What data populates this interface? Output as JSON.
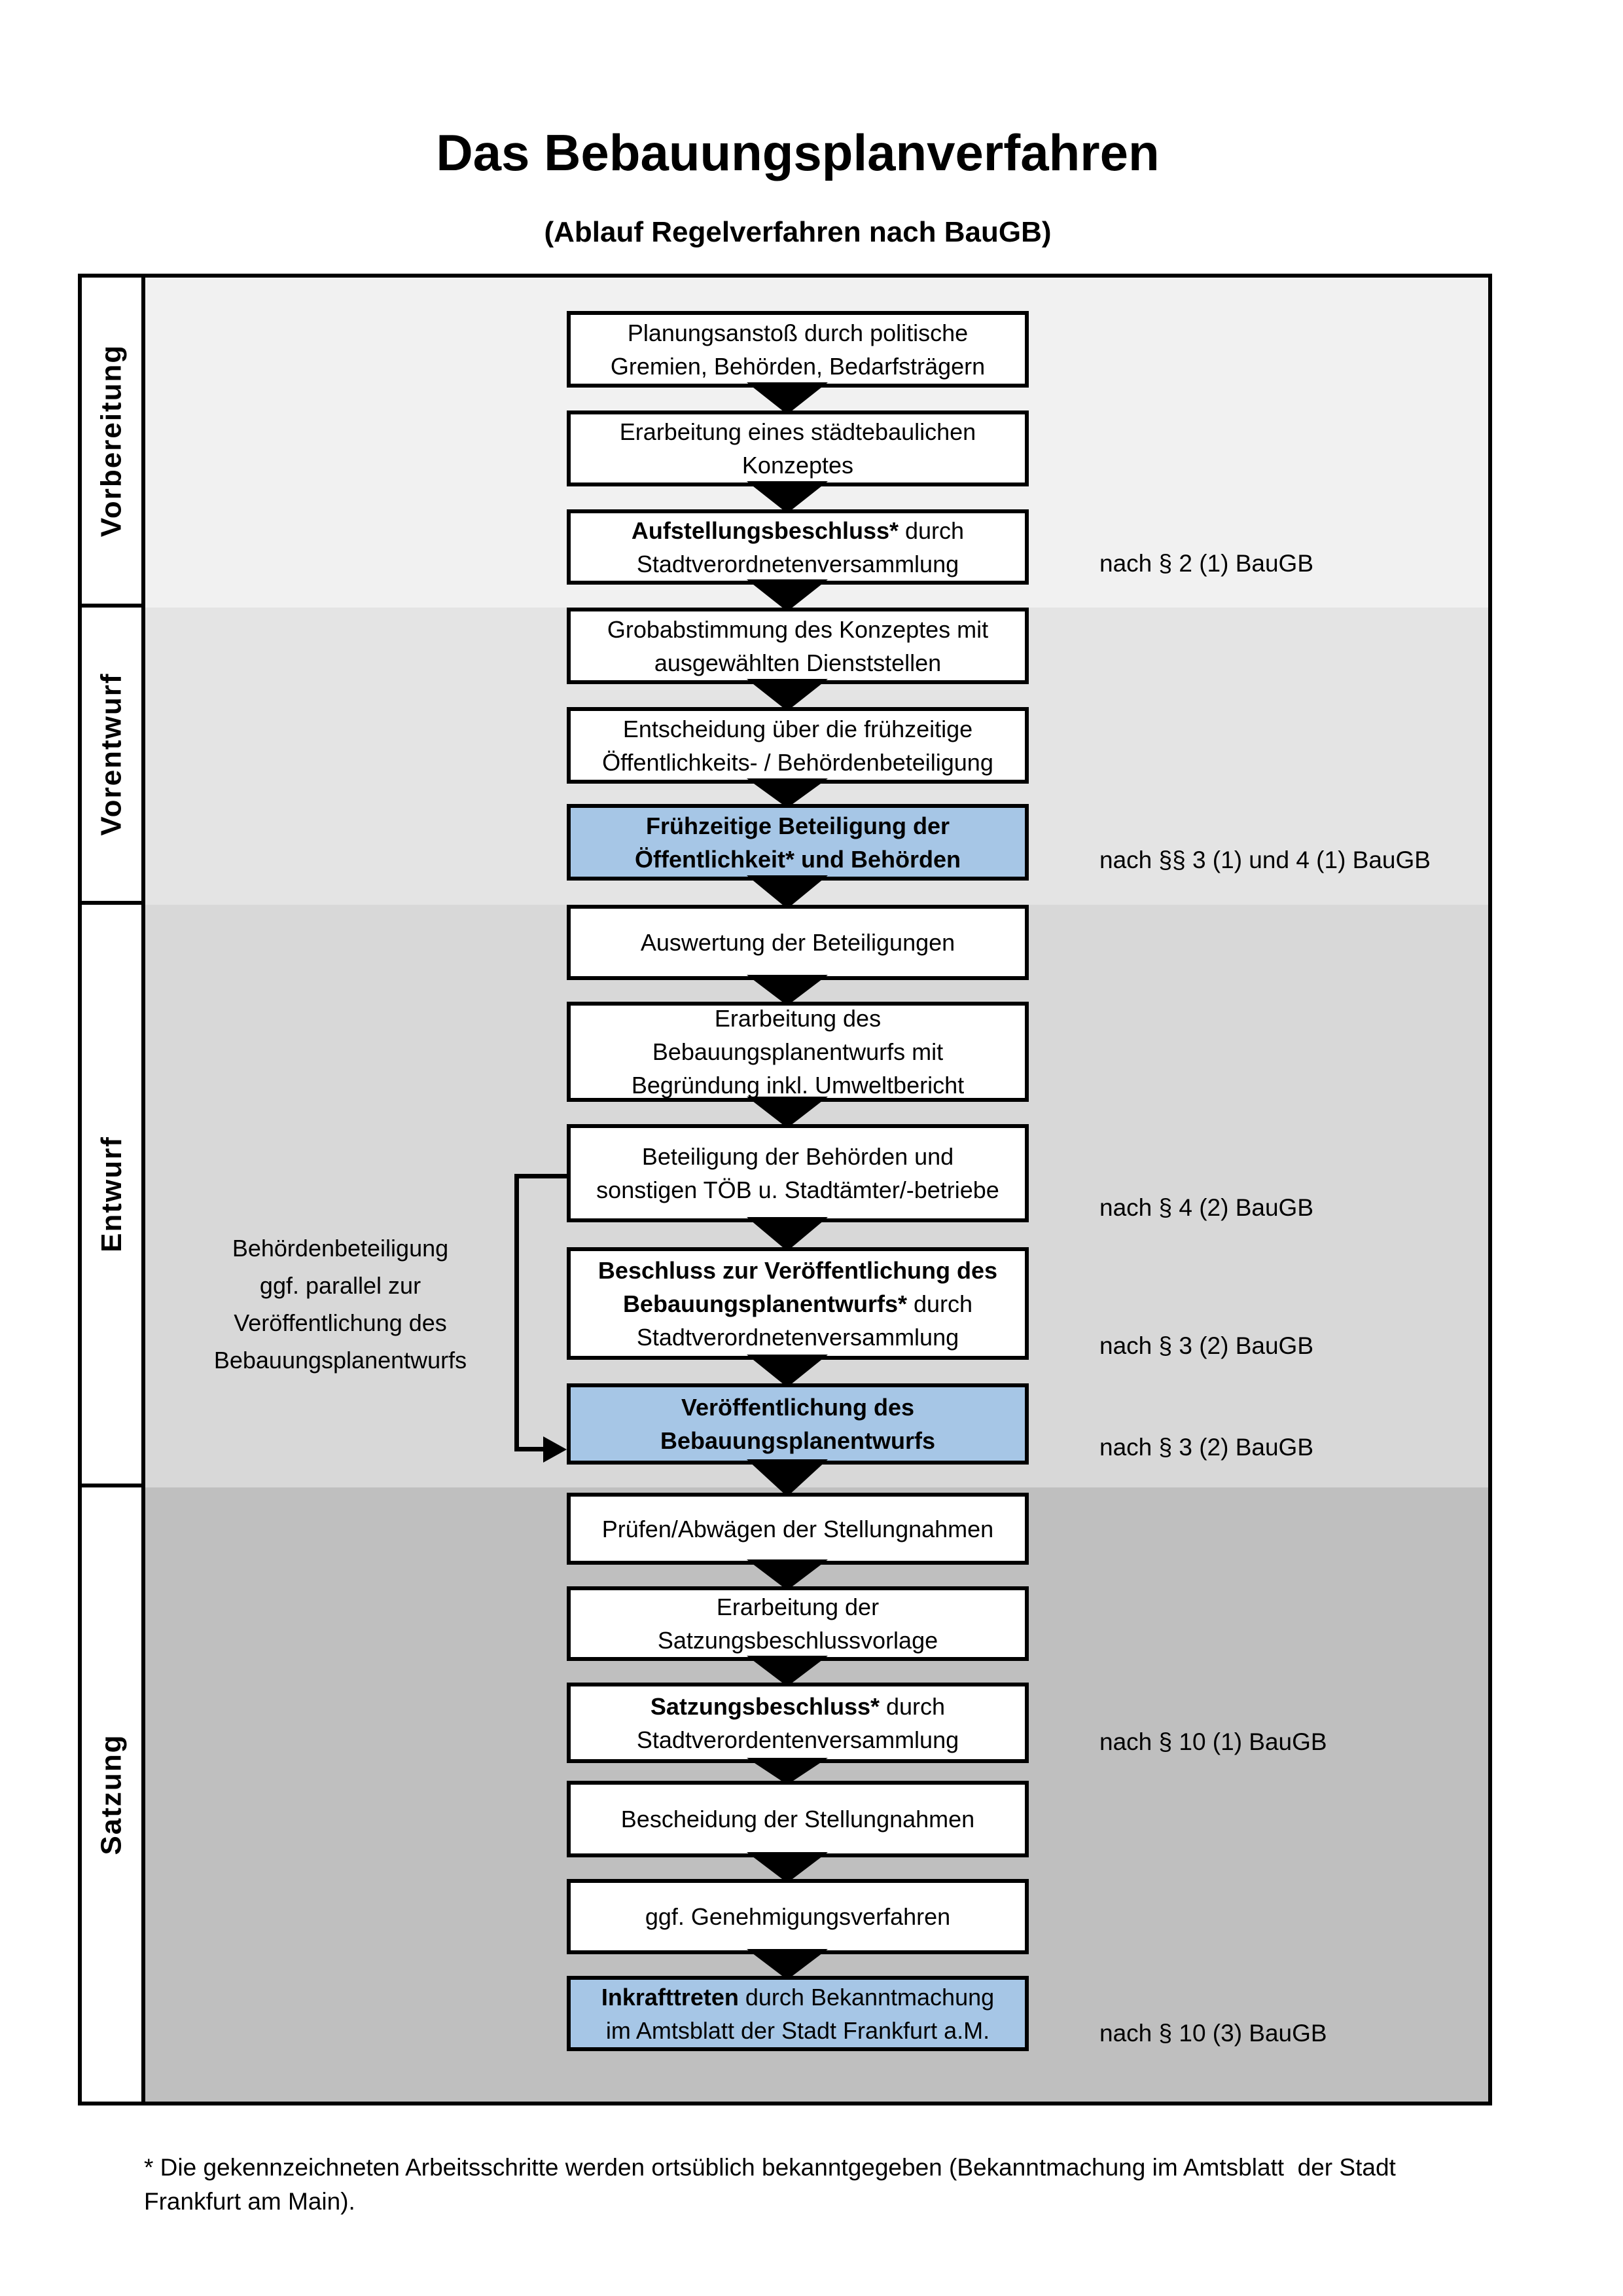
{
  "title": "Das Bebauungsplanverfahren",
  "subtitle": "(Ablauf Regelverfahren nach BauGB)",
  "phases": [
    {
      "label": "Vorbereitung"
    },
    {
      "label": "Vorentwurf"
    },
    {
      "label": "Entwurf"
    },
    {
      "label": "Satzung"
    }
  ],
  "steps": [
    {
      "bold": "",
      "text": "Planungsanstoß durch politische\nGremien, Behörden, Bedarfsträgern"
    },
    {
      "bold": "",
      "text": "Erarbeitung eines städtebaulichen\nKonzeptes"
    },
    {
      "bold": "Aufstellungsbeschluss*",
      "text": " durch\nStadtverordnetenversammlung"
    },
    {
      "bold": "",
      "text": "Grobabstimmung des Konzeptes mit\nausgewählten Dienststellen"
    },
    {
      "bold": "",
      "text": "Entscheidung über die frühzeitige\nÖffentlichkeits- / Behördenbeteiligung"
    },
    {
      "bold": "Frühzeitige Beteiligung der\nÖffentlichkeit* und Behörden",
      "text": ""
    },
    {
      "bold": "",
      "text": "Auswertung der Beteiligungen"
    },
    {
      "bold": "",
      "text": "Erarbeitung des\nBebauungsplanentwurfs mit\nBegründung inkl. Umweltbericht"
    },
    {
      "bold": "",
      "text": "Beteiligung der Behörden und\nsonstigen TÖB u. Stadtämter/-betriebe"
    },
    {
      "bold": "Beschluss zur Veröffentlichung des\nBebauungsplanentwurfs*",
      "text": " durch\nStadtverordnetenversammlung"
    },
    {
      "bold": "Veröffentlichung des\nBebauungsplanentwurfs",
      "text": ""
    },
    {
      "bold": "",
      "text": "Prüfen/Abwägen der Stellungnahmen"
    },
    {
      "bold": "",
      "text": "Erarbeitung der\nSatzungsbeschlussvorlage"
    },
    {
      "bold": "Satzungsbeschluss*",
      "text": " durch\nStadtverordentenversammlung"
    },
    {
      "bold": "",
      "text": "Bescheidung der Stellungnahmen"
    },
    {
      "bold": "",
      "text": "ggf. Genehmigungsverfahren"
    },
    {
      "bold": "Inkrafttreten",
      "text": " durch Bekanntmachung\nim Amtsblatt der Stadt Frankfurt a.M."
    }
  ],
  "legal_refs": [
    {
      "text": "nach § 2 (1) BauGB"
    },
    {
      "text": "nach §§ 3 (1) und 4 (1) BauGB"
    },
    {
      "text": "nach § 4 (2) BauGB"
    },
    {
      "text": "nach § 3 (2) BauGB"
    },
    {
      "text": "nach § 3 (2) BauGB"
    },
    {
      "text": "nach § 10 (1) BauGB"
    },
    {
      "text": "nach § 10 (3) BauGB"
    }
  ],
  "side_note": "Behördenbeteiligung\nggf. parallel zur\nVeröffentlichung des\nBebauungsplanentwurfs",
  "footnote": "* Die gekennzeichneten Arbeitsschritte werden ortsüblich bekanntgegeben (Bekanntmachung im Amtsblatt  der Stadt\nFrankfurt am Main).",
  "colors": {
    "highlight_blue": "#a6c6e6",
    "phase_bg_vorbereitung": "#f1f1f1",
    "phase_bg_vorentwurf": "#e4e4e4",
    "phase_bg_entwurf": "#d8d8d8",
    "phase_bg_satzung": "#bfbfbf"
  }
}
